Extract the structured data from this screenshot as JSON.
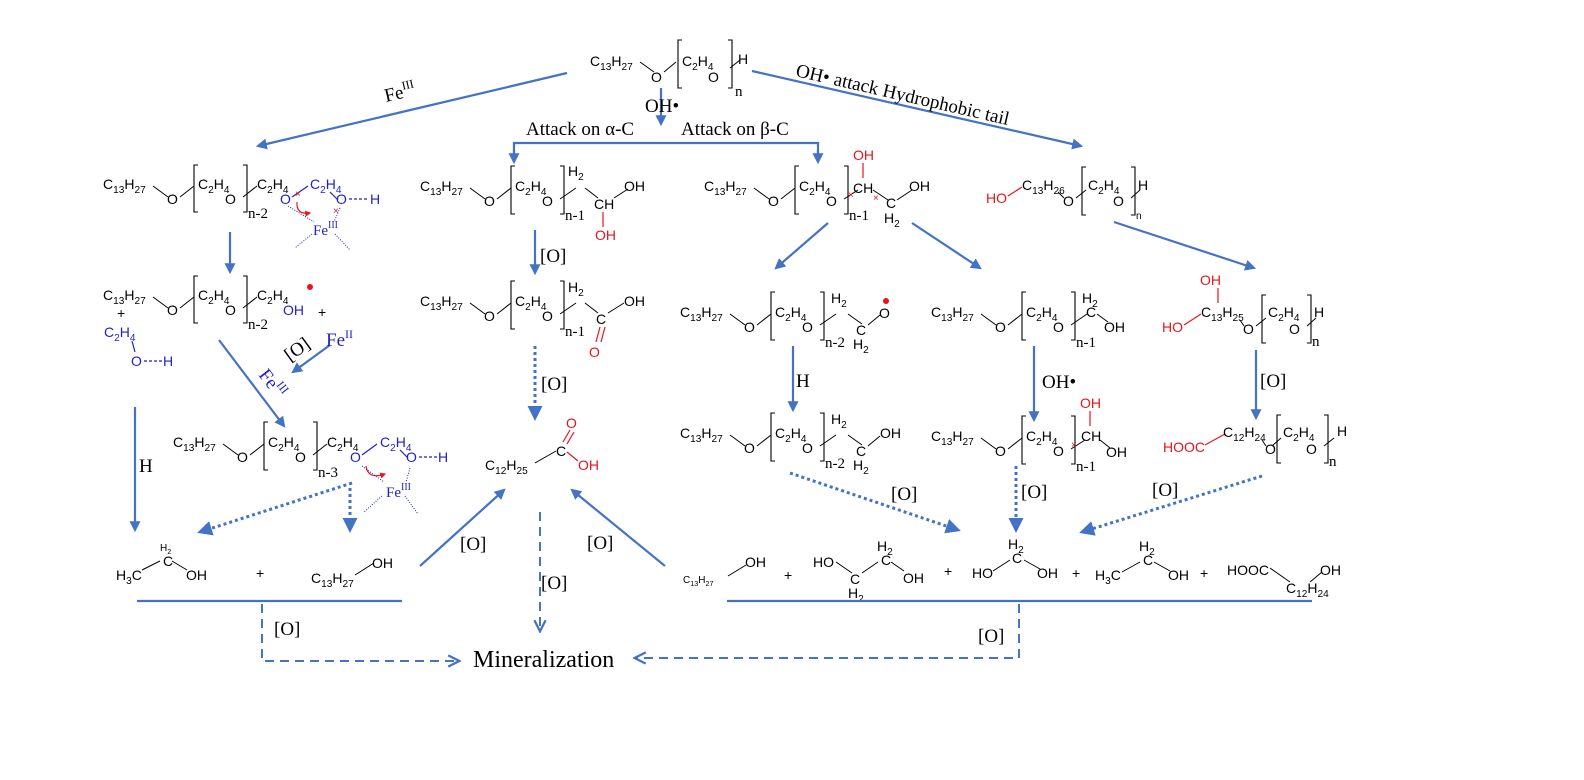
{
  "diagram": {
    "title": "OH radical / Fe(III) degradation pathways of C13 alcohol ethoxylate",
    "parent": {
      "tail": "C13H27",
      "unit": "C2H4",
      "end": "H",
      "repeat": "n"
    },
    "branch_labels": {
      "fe3": "Fe",
      "fe3_sup": "III",
      "oh_radical": "OH•",
      "alpha": "Attack on α-C",
      "beta": "Attack on β-C",
      "tail": "OH• attack Hydrophobic tail"
    },
    "left_path": {
      "complex1": {
        "tail": "C13H27",
        "unit": "C2H4",
        "rep": "n-2",
        "chain": "C2H4",
        "blue_unit": "C2H4",
        "o": "O",
        "h": "H",
        "fe": "Fe",
        "fe_sup": "III"
      },
      "products1": {
        "tail": "C13H27",
        "unit": "C2H4",
        "rep": "n-2",
        "chain": "C2H4",
        "oh": "OH",
        "plus": "+",
        "frag": "C2H4",
        "frag_o": "O",
        "frag_h": "H"
      },
      "ox_label": "[O]",
      "fe2": "Fe",
      "fe2_sup": "II",
      "fe3b": "Fe",
      "fe3b_sup": "III",
      "h_label": "H",
      "complex2": {
        "tail": "C13H27",
        "unit": "C2H4",
        "rep": "n-3",
        "chain": "C2H4",
        "blue_unit": "C2H4",
        "o": "O",
        "h": "H",
        "fe": "Fe",
        "fe_sup": "III"
      },
      "final": {
        "ethanol_h2": "H2",
        "ethanol_c": "C",
        "ethanol_h3c": "H3C",
        "ethanol_oh": "OH",
        "plus": "+",
        "alcohol_tail": "C13H27",
        "alcohol_oh": "OH"
      },
      "to_min": "[O]"
    },
    "alpha_path": {
      "step1": {
        "tail": "C13H27",
        "unit": "C2H4",
        "rep": "n-1",
        "h2": "H2",
        "ch": "CH",
        "oh": "OH",
        "oh_red": "OH"
      },
      "ox1": "[O]",
      "step2": {
        "tail": "C13H27",
        "unit": "C2H4",
        "rep": "n-1",
        "h2": "H2",
        "c": "C",
        "oh": "OH",
        "o_red": "O"
      },
      "ox2": "[O]",
      "acid": {
        "tail": "C12H25",
        "c": "C",
        "o": "O",
        "oh": "OH"
      },
      "ox_left": "[O]",
      "ox_right": "[O]",
      "ox_down": "[O]"
    },
    "beta_path": {
      "step1": {
        "tail": "C13H27",
        "unit": "C2H4",
        "rep": "n-1",
        "oh_red": "OH",
        "ch": "CH",
        "c": "C",
        "h2": "H2",
        "oh": "OH"
      },
      "radical": {
        "tail": "C13H27",
        "unit": "C2H4",
        "rep": "n-2",
        "h2a": "H2",
        "c": "C",
        "h2b": "H2",
        "o": "O"
      },
      "alcohol": {
        "tail": "C13H27",
        "unit": "C2H4",
        "rep": "n-1",
        "h2": "H2",
        "c": "C",
        "oh": "OH"
      },
      "h_label": "H",
      "oh_label": "OH•",
      "reduced": {
        "tail": "C13H27",
        "unit": "C2H4",
        "rep": "n-2",
        "h2a": "H2",
        "c": "C",
        "h2b": "H2",
        "oh": "OH"
      },
      "hemiacetal": {
        "tail": "C13H27",
        "unit": "C2H4",
        "rep": "n-1",
        "oh_red": "OH",
        "ch": "CH",
        "oh": "OH"
      },
      "ox_a": "[O]",
      "ox_b": "[O]"
    },
    "tail_path": {
      "step1": {
        "ho": "HO",
        "tail": "C13H26",
        "unit": "C2H4",
        "end": "H",
        "rep": "n"
      },
      "step2": {
        "oh": "OH",
        "ho": "HO",
        "tail": "C13H25",
        "unit": "C2H4",
        "end": "H",
        "rep": "n"
      },
      "ox1": "[O]",
      "step3": {
        "hooc": "HOOC",
        "tail": "C12H24",
        "unit": "C2H4",
        "end": "H",
        "rep": "n"
      },
      "ox2": "[O]"
    },
    "right_products": {
      "p1": {
        "tail": "C13H27",
        "oh": "OH"
      },
      "p2": {
        "ho": "HO",
        "c1": "C",
        "h2a": "H2",
        "c2": "C",
        "h2b": "H2",
        "oh": "OH"
      },
      "p3": {
        "h2": "H2",
        "c": "C",
        "ho": "HO",
        "oh": "OH"
      },
      "p4": {
        "h2": "H2",
        "c": "C",
        "h3c": "H3C",
        "oh": "OH"
      },
      "p5": {
        "hooc": "HOOC",
        "tail": "C12H24",
        "oh": "OH"
      },
      "plus": "+",
      "to_min": "[O]"
    },
    "mineralization": "Mineralization",
    "colors": {
      "arrow": "#4472c4",
      "highlight": "#e8141c",
      "iron": "#1f1fc8",
      "text": "#000000"
    }
  }
}
